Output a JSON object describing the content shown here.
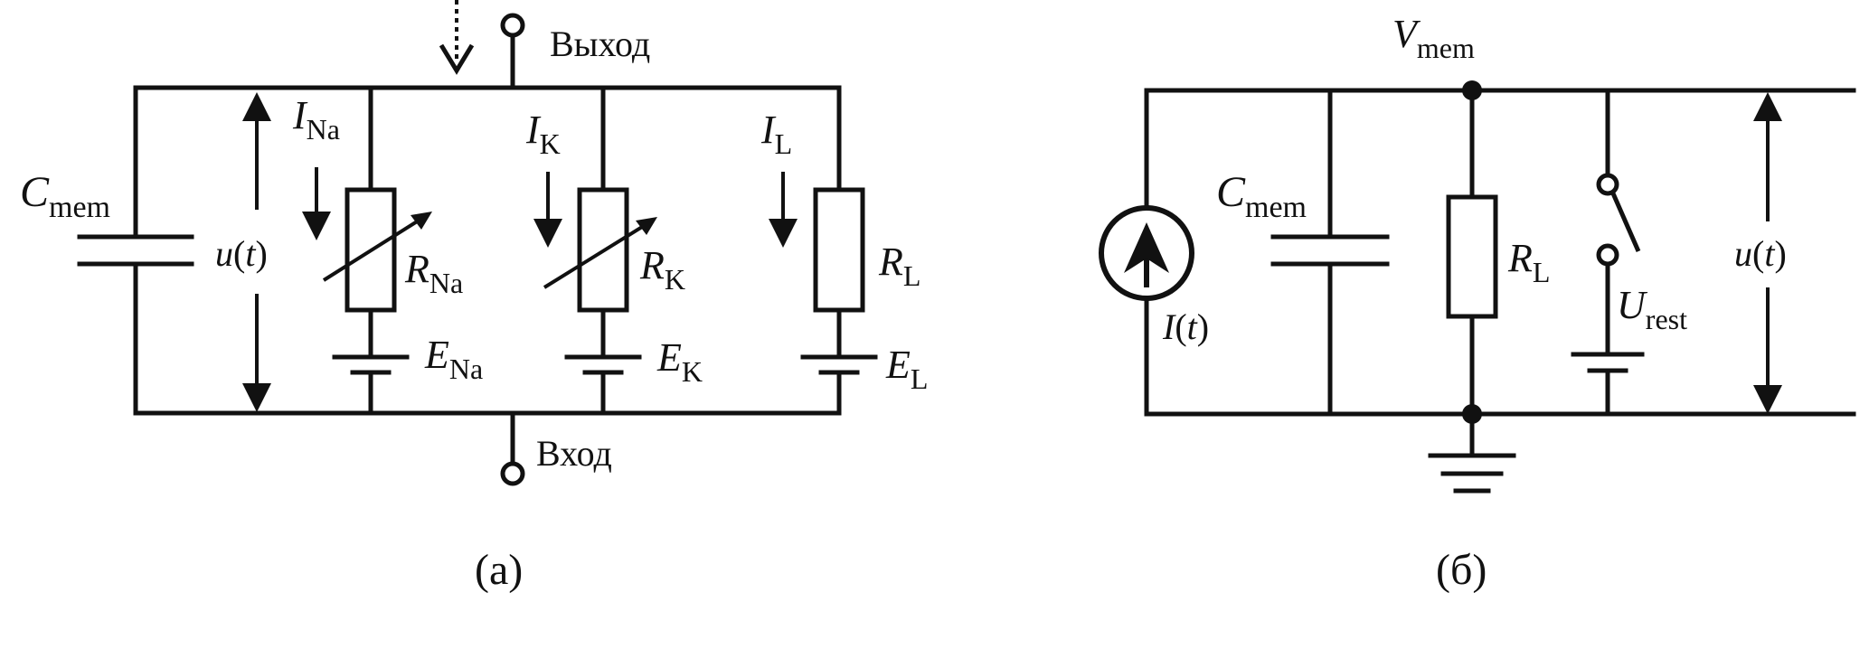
{
  "diagram_a": {
    "caption": "(а)",
    "output_label": "Выход",
    "input_label": "Вход",
    "cmem": {
      "main": "C",
      "sub": "mem"
    },
    "u_of_t": {
      "main": "u",
      "arg": "t"
    },
    "i_na": {
      "main": "I",
      "sub": "Na"
    },
    "i_k": {
      "main": "I",
      "sub": "K"
    },
    "i_l": {
      "main": "I",
      "sub": "L"
    },
    "r_na": {
      "main": "R",
      "sub": "Na"
    },
    "r_k": {
      "main": "R",
      "sub": "K"
    },
    "r_l": {
      "main": "R",
      "sub": "L"
    },
    "e_na": {
      "main": "E",
      "sub": "Na"
    },
    "e_k": {
      "main": "E",
      "sub": "K"
    },
    "e_l": {
      "main": "E",
      "sub": "L"
    }
  },
  "diagram_b": {
    "caption": "(б)",
    "vmem": {
      "main": "V",
      "sub": "mem"
    },
    "cmem": {
      "main": "C",
      "sub": "mem"
    },
    "i_of_t": {
      "main": "I",
      "arg": "t"
    },
    "r_l": {
      "main": "R",
      "sub": "L"
    },
    "u_rest": {
      "main": "U",
      "sub": "rest"
    },
    "u_of_t": {
      "main": "u",
      "arg": "t"
    }
  }
}
